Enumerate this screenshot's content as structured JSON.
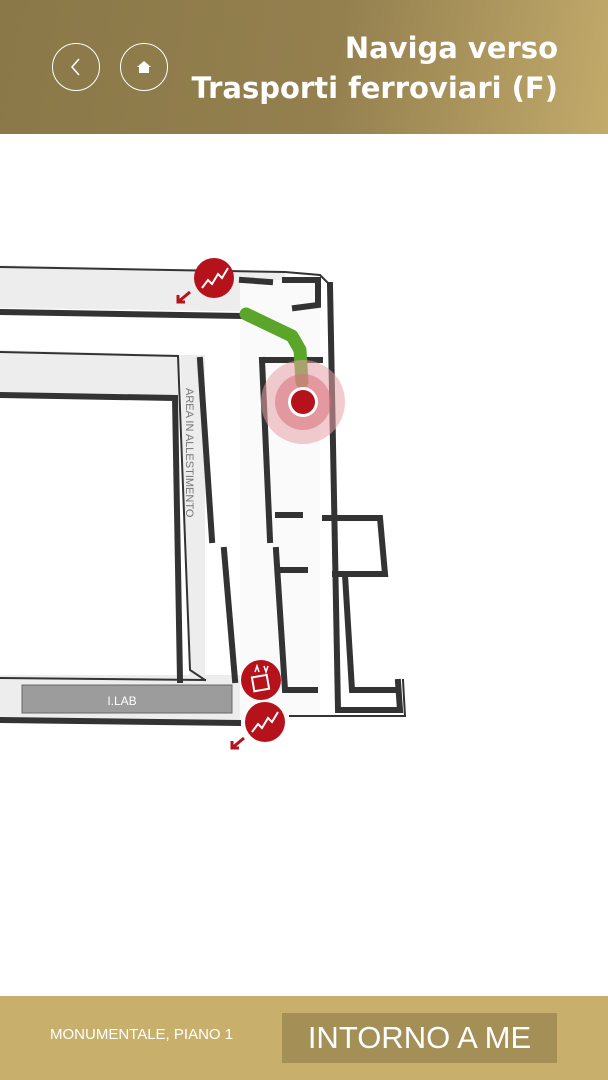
{
  "header": {
    "title_line1": "Naviga verso",
    "title_line2": "Trasporti ferroviari (F)",
    "back_icon": "chevron-left-icon",
    "home_icon": "home-icon"
  },
  "map": {
    "room_label_area": "AREA IN ALLESTIMENTO",
    "room_label_lab": "I.LAB",
    "route_color": "#5aa52a",
    "marker_color": "#b5121b"
  },
  "footer": {
    "location": "MONUMENTALE, PIANO 1",
    "around_me_label": "INTORNO A ME"
  }
}
